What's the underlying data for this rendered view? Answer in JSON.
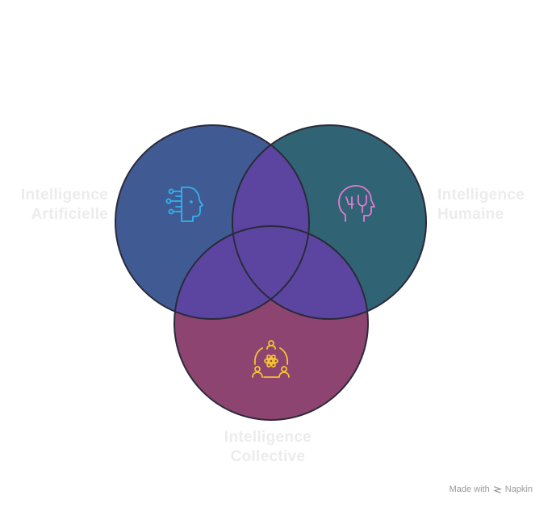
{
  "circles": [
    {
      "id": "artificial",
      "title_lines": [
        "Intelligence",
        "Artificielle"
      ],
      "fill": "#405b93",
      "icon": "ai-head-circuit-icon",
      "icon_color": "#2fb4f0"
    },
    {
      "id": "human",
      "title_lines": [
        "Intelligence",
        "Humaine"
      ],
      "fill": "#306374",
      "icon": "human-head-brain-icon",
      "icon_color": "#e37bd3"
    },
    {
      "id": "collective",
      "title_lines": [
        "Intelligence",
        "Collective"
      ],
      "fill": "#8d4470",
      "icon": "group-atom-icon",
      "icon_color": "#f4c430"
    }
  ],
  "overlap_fill": "#5c45a0",
  "stroke": "#2a2a3a",
  "branding": {
    "made_with": "Made with",
    "brand": "Napkin"
  }
}
